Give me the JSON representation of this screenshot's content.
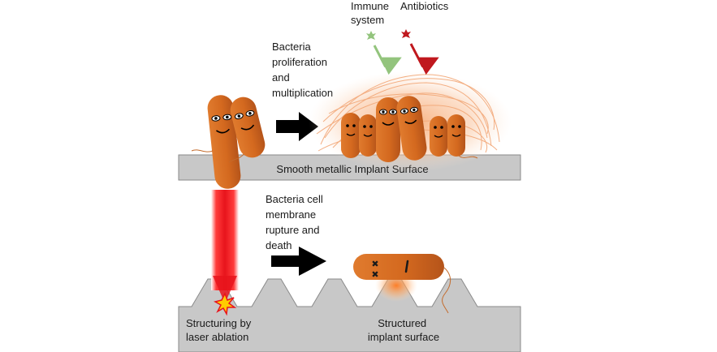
{
  "labels": {
    "immune_system": [
      "Immune",
      "system"
    ],
    "antibiotics": "Antibiotics",
    "proliferation": [
      "Bacteria",
      "proliferation",
      "and",
      "multiplication"
    ],
    "smooth_surface": "Smooth metallic Implant Surface",
    "rupture": [
      "Bacteria cell",
      "membrane",
      "rupture and",
      "death"
    ],
    "structuring": [
      "Structuring by",
      "laser ablation"
    ],
    "structured_surface": [
      "Structured",
      "implant surface"
    ]
  },
  "colors": {
    "bacterium": "#d4691f",
    "bacterium_dark": "#b5541a",
    "surface": "#c8c8c8",
    "laser": "#e8141c",
    "immune": "#93c47d",
    "antibiotic": "#c0181e",
    "biofilm": "#f6b98c",
    "arrow": "#000000"
  },
  "icons": [
    "happy-bacterium",
    "dead-bacterium",
    "laser-beam",
    "laser-spark",
    "immune-cell-icon",
    "antibiotic-icon"
  ]
}
